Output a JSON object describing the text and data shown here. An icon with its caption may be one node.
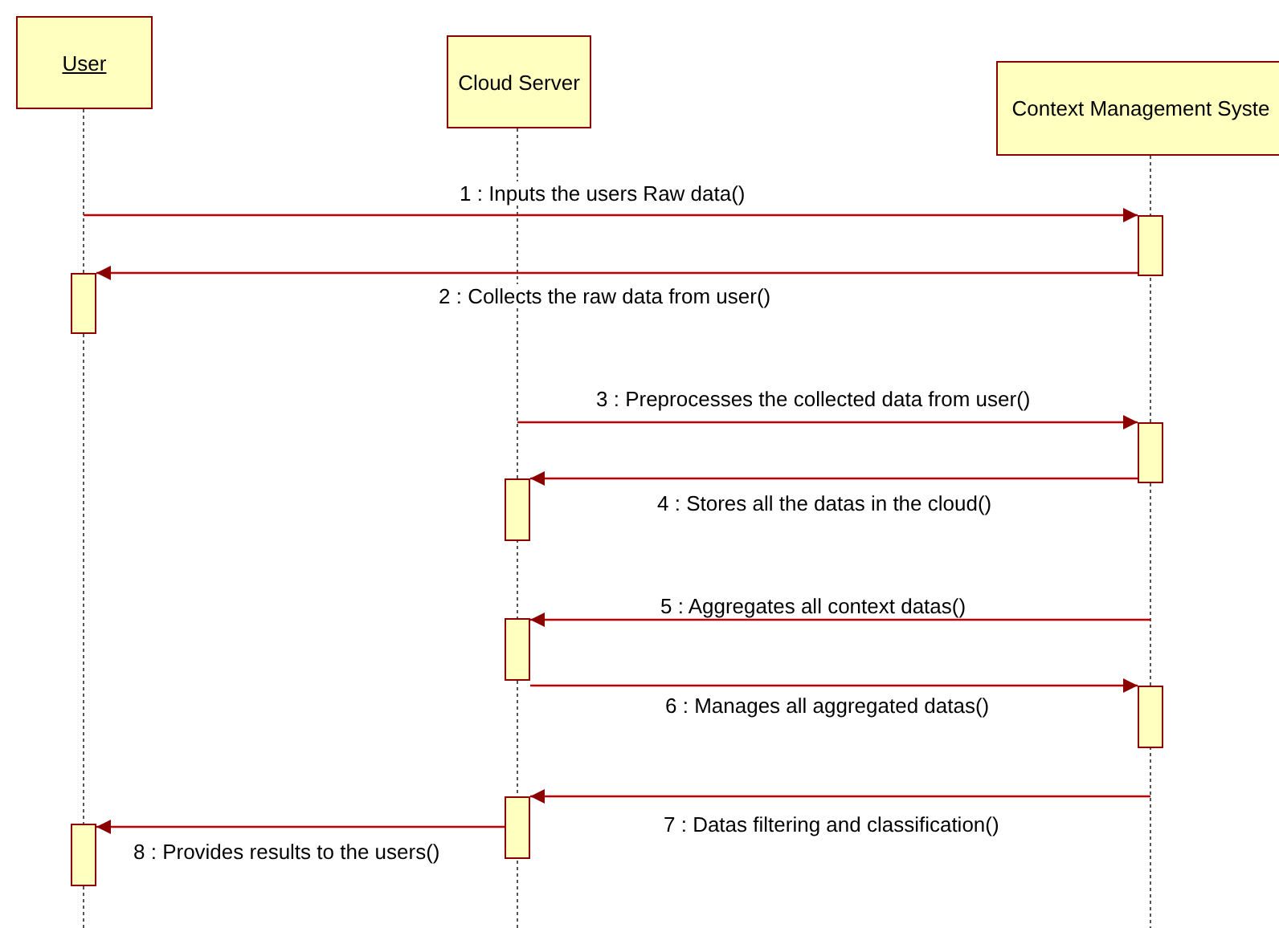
{
  "diagram": {
    "nodes": [
      {
        "text": [
          "User"
        ]
      },
      {
        "text": [
          "Cloud Server"
        ]
      },
      {
        "text": [
          "Context Management Syste"
        ]
      },
      {
        "text": [],
        "shape": "line"
      },
      {
        "text": [],
        "shape": "line"
      },
      {
        "text": [],
        "shape": "line"
      },
      {
        "text": [],
        "shape": "bar"
      },
      {
        "text": [],
        "shape": "bar"
      },
      {
        "text": [],
        "shape": "bar"
      },
      {
        "text": [],
        "shape": "bar"
      },
      {
        "text": [],
        "shape": "bar"
      },
      {
        "text": [],
        "shape": "bar"
      },
      {
        "text": [],
        "shape": "bar"
      },
      {
        "text": [],
        "shape": "bar"
      }
    ],
    "edges": [
      {
        "from": 3,
        "to": 6,
        "arrow": "to",
        "label": "1 : Inputs the users Raw data()"
      },
      {
        "from": 6,
        "to": 7,
        "arrow": "to",
        "label": "2 : Collects the raw data from user()"
      },
      {
        "from": 4,
        "to": 8,
        "arrow": "to",
        "label": "3 : Preprocesses the collected data from user()"
      },
      {
        "from": 8,
        "to": 9,
        "arrow": "to",
        "label": "4 : Stores all the datas in the cloud()"
      },
      {
        "from": 5,
        "to": 10,
        "arrow": "to",
        "label": "5 : Aggregates all context datas()"
      },
      {
        "from": 10,
        "to": 11,
        "arrow": "to",
        "label": "6 : Manages all aggregated datas()"
      },
      {
        "from": 5,
        "to": 12,
        "arrow": "to",
        "label": "7 : Datas filtering and classification()"
      },
      {
        "from": 12,
        "to": 13,
        "arrow": "to",
        "label": "8 : Provides results to the users()"
      }
    ]
  }
}
